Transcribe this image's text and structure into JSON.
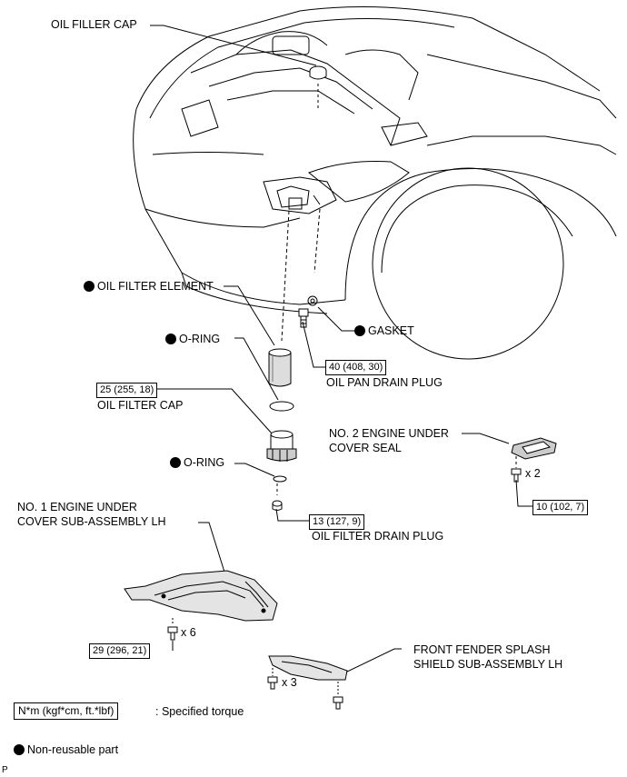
{
  "labels": {
    "oil_filler_cap": "OIL FILLER CAP",
    "oil_filter_element": "OIL FILTER ELEMENT",
    "gasket": "GASKET",
    "o_ring_upper": "O-RING",
    "oil_pan_drain_plug": "OIL PAN DRAIN PLUG",
    "oil_filter_cap": "OIL FILTER CAP",
    "no2_seal_line1": "NO. 2 ENGINE UNDER",
    "no2_seal_line2": "COVER SEAL",
    "o_ring_lower": "O-RING",
    "no1_cover_line1": "NO. 1 ENGINE UNDER",
    "no1_cover_line2": "COVER SUB-ASSEMBLY LH",
    "oil_filter_drain_plug": "OIL FILTER DRAIN PLUG",
    "splash_line1": "FRONT FENDER SPLASH",
    "splash_line2": "SHIELD SUB-ASSEMBLY LH"
  },
  "torques": {
    "oil_pan_drain_plug": "40 (408, 30)",
    "oil_filter_cap": "25 (255, 18)",
    "no2_seal_bolt": "10 (102, 7)",
    "oil_filter_drain_plug": "13 (127, 9)",
    "no1_cover_bolt": "29 (296, 21)"
  },
  "quantities": {
    "no2_seal_bolt": "x 2",
    "no1_cover_bolt": "x 6",
    "splash_bolt": "x 3"
  },
  "legend": {
    "torque_box": "N*m (kgf*cm, ft.*lbf)",
    "torque_text": ": Specified torque",
    "nonreusable_text": "Non-reusable part"
  },
  "figure_code": "P"
}
